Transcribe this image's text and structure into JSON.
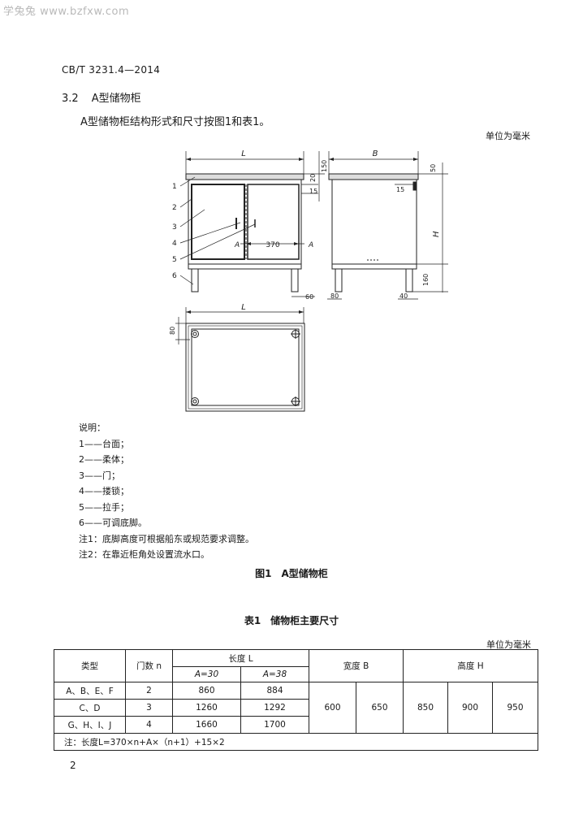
{
  "watermark": "学兔兔 www.bzfxw.com",
  "doc_code": "CB/T 3231.4—2014",
  "section": {
    "number": "3.2",
    "title": "A型储物柜"
  },
  "intro": "A型储物柜结构形式和尺寸按图1和表1。",
  "unit_figure": "单位为毫米",
  "figure": {
    "front_width": "L",
    "side_depth": "B",
    "height": "H",
    "section_a": "A",
    "dim_370": "370",
    "dim_60": "60",
    "dim_150": "150",
    "dim_20": "20",
    "dim_15": "15",
    "dim_50": "50",
    "dim_160": "160",
    "dim_80": "80",
    "dim_40": "40",
    "plan_width": "L",
    "plan_80": "80",
    "callouts": [
      "1",
      "2",
      "3",
      "4",
      "5",
      "6"
    ]
  },
  "legend": {
    "heading": "说明：",
    "items": [
      "1——台面；",
      "2——柔体；",
      "3——门；",
      "4——搂锁；",
      "5——拉手；",
      "6——可调底脚。"
    ],
    "notes": [
      "注1：底脚高度可根据船东或规范要求调整。",
      "注2：在靠近柜角处设置流水口。"
    ]
  },
  "figure_caption": "图1　A型储物柜",
  "table_caption": "表1　储物柜主要尺寸",
  "unit_table": "单位为毫米",
  "table": {
    "h_type": "类型",
    "h_doors": "门数 n",
    "h_length": "长度 L",
    "h_a30": "A=30",
    "h_a38": "A=38",
    "h_width": "宽度 B",
    "h_height": "高度 H",
    "rows": [
      {
        "type": "A、B、E、F",
        "n": "2",
        "l30": "860",
        "l38": "884"
      },
      {
        "type": "C、D",
        "n": "3",
        "l30": "1260",
        "l38": "1292"
      },
      {
        "type": "G、H、I、J",
        "n": "4",
        "l30": "1660",
        "l38": "1700"
      }
    ],
    "widths": [
      "600",
      "650"
    ],
    "heights": [
      "850",
      "900",
      "950"
    ],
    "note": "注：长度L=370×n+A×（n+1）+15×2"
  },
  "page_number": "2"
}
